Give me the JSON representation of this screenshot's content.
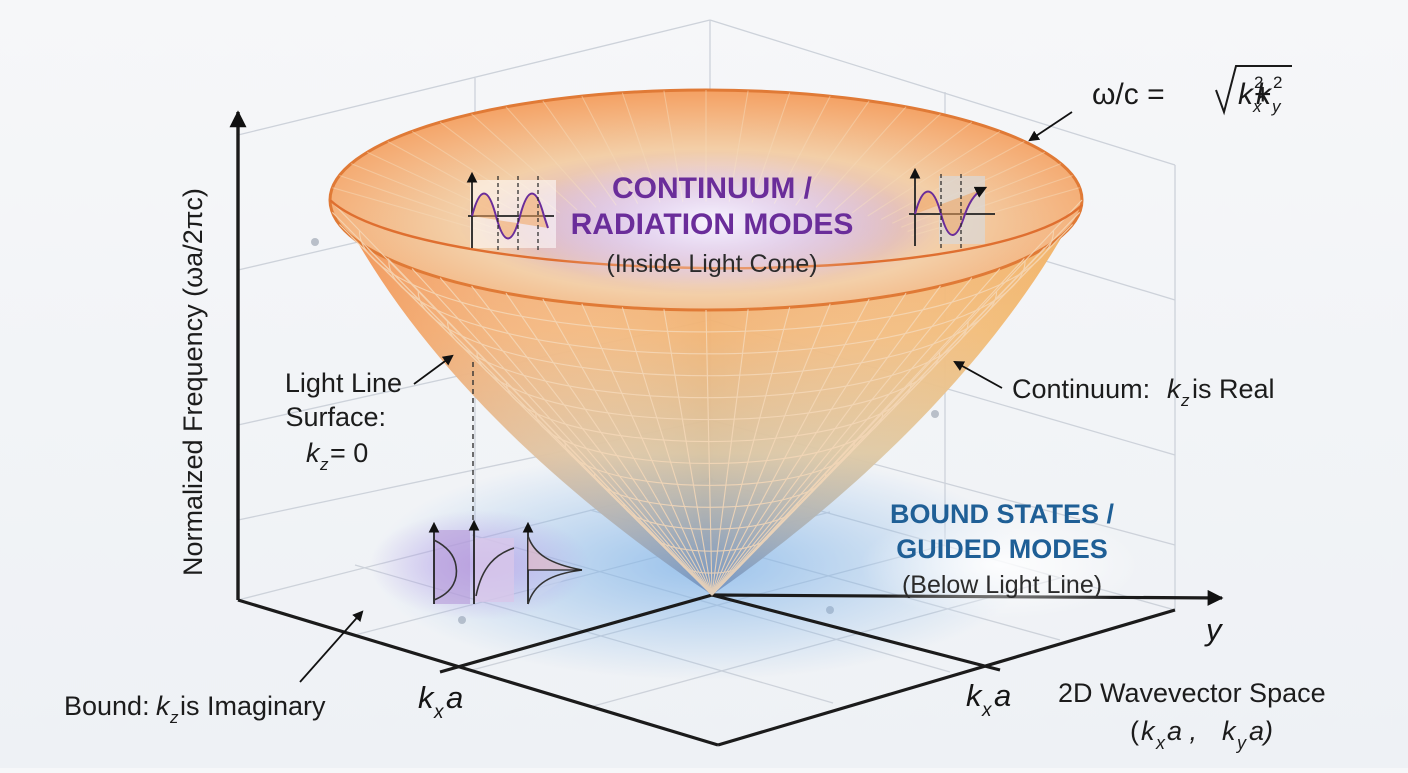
{
  "formula": {
    "prefix": "ω/c = ",
    "k": "k",
    "sub_x": "x",
    "sub_y": "y",
    "sup": "2",
    "plus": " + "
  },
  "y_axis_label": "Normalized Frequency (ωa/2πc)",
  "continuum_title_line1": "CONTINUUM /",
  "continuum_title_line2": "RADIATION MODES",
  "continuum_sub": "(Inside Light Cone)",
  "bound_title_line1": "BOUND STATES /",
  "bound_title_line2": "GUIDED MODES",
  "bound_sub": "(Below Light Line)",
  "light_line": {
    "line1": "Light Line",
    "line2": "Surface:",
    "k": "k",
    "sub": "z",
    "eq": " = 0"
  },
  "continuum_note": {
    "prefix": "Continuum: ",
    "k": "k",
    "sub": "z",
    "suffix": " is Real"
  },
  "bound_note": {
    "prefix": "Bound: ",
    "k": "k",
    "sub": "z",
    "suffix": " is Imaginary"
  },
  "axis_kx_left": {
    "k": "k",
    "sub": "x",
    "a": "a"
  },
  "axis_kx_right": {
    "k": "k",
    "sub": "x",
    "a": "a"
  },
  "axis_y": "y",
  "wavevector_space": {
    "line1": "2D Wavevector Space",
    "open": "(",
    "k1": "k",
    "sub1": "x",
    "a1": "a , ",
    "k2": "k",
    "sub2": "y",
    "a2": "a)"
  },
  "colors": {
    "cone_top": "#f08a3c",
    "cone_rim": "#e07a36",
    "cone_bottom": "#6d93c4",
    "continuum_text": "#6a2d9a",
    "bound_text": "#1f5f96",
    "glow_purple": "#b48ce6",
    "glow_blue": "#7fb3e8"
  },
  "icons": [
    "oscillating-wave-icon",
    "propagating-wave-icon",
    "evanescent-decay-icon"
  ]
}
